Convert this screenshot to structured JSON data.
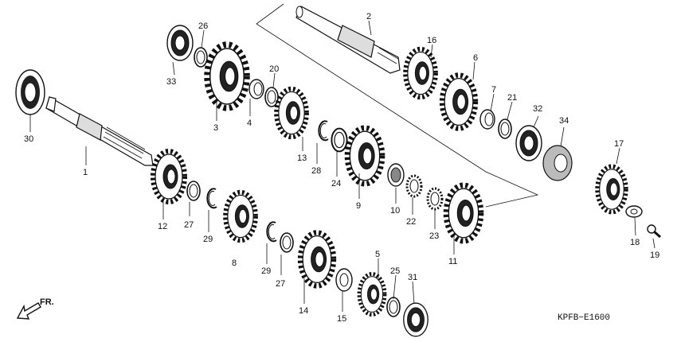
{
  "diagram": {
    "code": "KPFB−E1600",
    "direction_label": "FR.",
    "callouts": {
      "p1": "1",
      "p2": "2",
      "p3": "3",
      "p4": "4",
      "p5": "5",
      "p6": "6",
      "p7": "7",
      "p8": "8",
      "p9": "9",
      "p10": "10",
      "p11": "11",
      "p12": "12",
      "p13": "13",
      "p14": "14",
      "p15": "15",
      "p16": "16",
      "p17": "17",
      "p18": "18",
      "p19": "19",
      "p20": "20",
      "p21": "21",
      "p22": "22",
      "p23": "23",
      "p24": "24",
      "p25": "25",
      "p26": "26",
      "p27a": "27",
      "p27b": "27",
      "p28": "28",
      "p29a": "29",
      "p29b": "29",
      "p30": "30",
      "p31": "31",
      "p32": "32",
      "p33": "33",
      "p34": "34"
    }
  }
}
